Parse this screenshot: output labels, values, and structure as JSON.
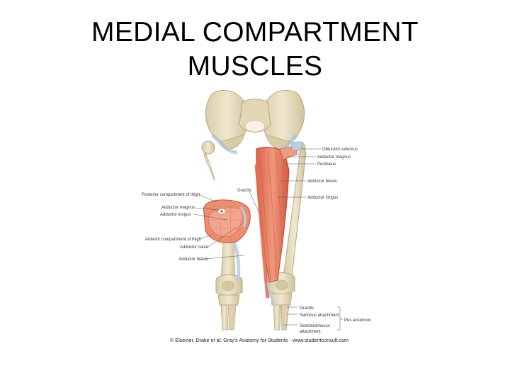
{
  "slide": {
    "title_line1": "MEDIAL COMPARTMENT",
    "title_line2": "MUSCLES"
  },
  "figure": {
    "labels_right": {
      "obturator_externus": "Obturator externus",
      "adductor_magnus": "Adductor magnus",
      "pectineus": "Pectineus",
      "adductor_brevis": "Adductor brevis",
      "adductor_longus": "Adductor longus"
    },
    "labels_left": {
      "gracilis": "Gracilis",
      "posterior_compartment": "Posterior compartment of thigh",
      "adductor_magnus": "Adductor magnus",
      "adductor_longus": "Adductor longus",
      "anterior_compartment": "Anterior compartment of thigh",
      "adductor_canal": "Adductor canal",
      "adductor_hiatus": "Adductor hiatus"
    },
    "labels_bottom": {
      "gracilis": "Gracilis",
      "sartorius_attachment": "Sartorius attachment",
      "semitendinosus_line1": "Semitendinosus",
      "semitendinosus_line2": "attachment",
      "pes_anserinus": "Pes anserinus"
    },
    "credit": "© Elsevier. Drake et al: Gray's Anatomy for Students - www.studentconsult.com"
  },
  "colors": {
    "bone": "#e6dcc0",
    "bone_shadow": "#c9bb95",
    "muscle": "#e87b5f",
    "muscle_dark": "#c9573d",
    "tendon": "#c6d6e6"
  }
}
